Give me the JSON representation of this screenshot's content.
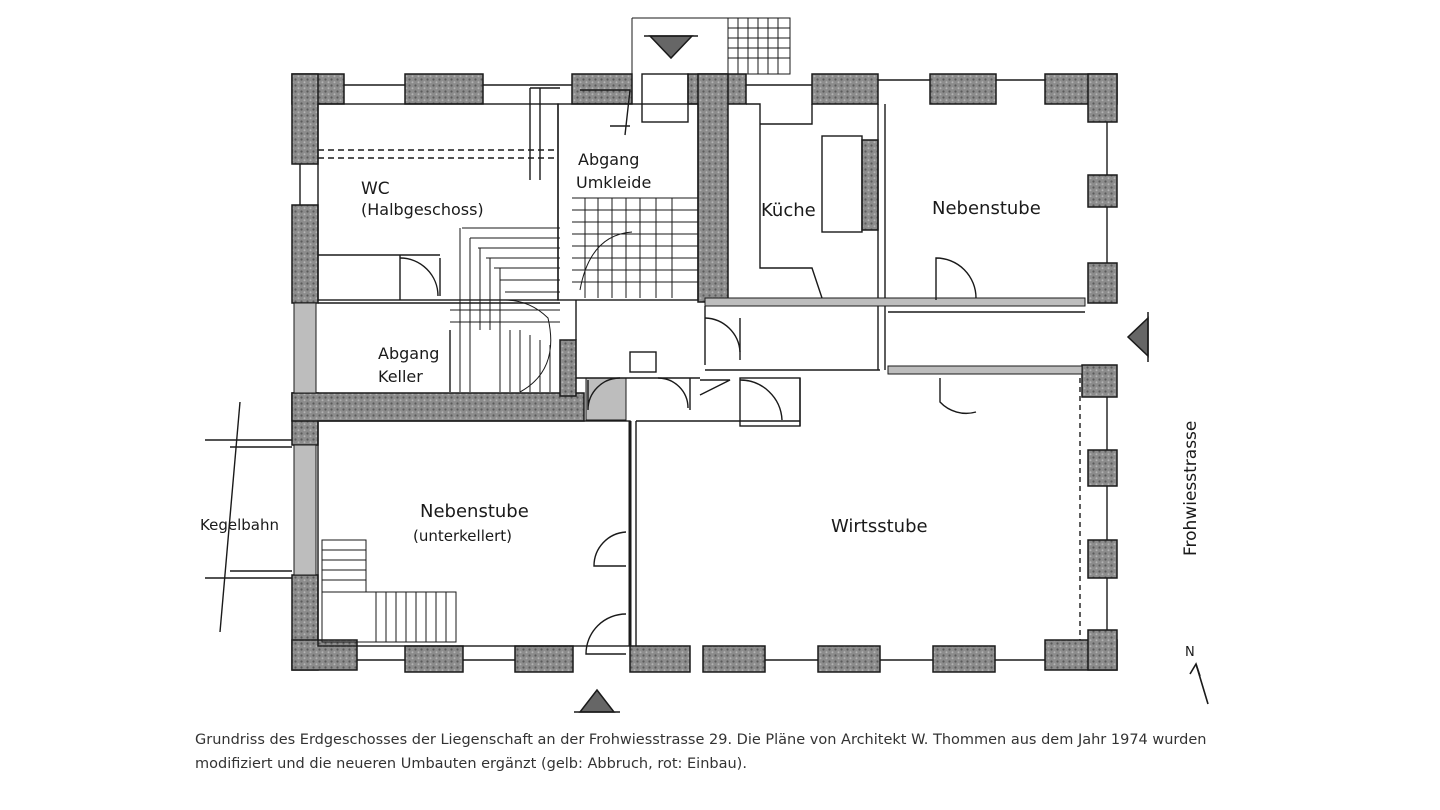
{
  "rooms": {
    "wc": [
      "WC",
      "(Halbgeschoss)"
    ],
    "abgang_umkleide": [
      "Abgang",
      "Umkleide"
    ],
    "kueche": "Küche",
    "nebenstube_ne": "Nebenstube",
    "abgang_keller": [
      "Abgang",
      "Keller"
    ],
    "nebenstube_sw": [
      "Nebenstube",
      "(unterkellert)"
    ],
    "wirtsstube": "Wirtsstube"
  },
  "labels": {
    "kegelbahn": "Kegelbahn",
    "street": "Frohwiesstrasse",
    "north": "N"
  },
  "caption": [
    "Grundriss des Erdgeschosses der Liegenschaft an der Frohwiesstrasse 29. Die Pläne von Architekt W. Thommen aus dem Jahr 1974 wurden",
    "modifiziert und die neueren Umbauten ergänzt (gelb: Abbruch, rot: Einbau)."
  ],
  "colors": {
    "wall_fill": "#9a9a9a",
    "line": "#1a1a1a",
    "highlight": "#bdbdbd"
  }
}
